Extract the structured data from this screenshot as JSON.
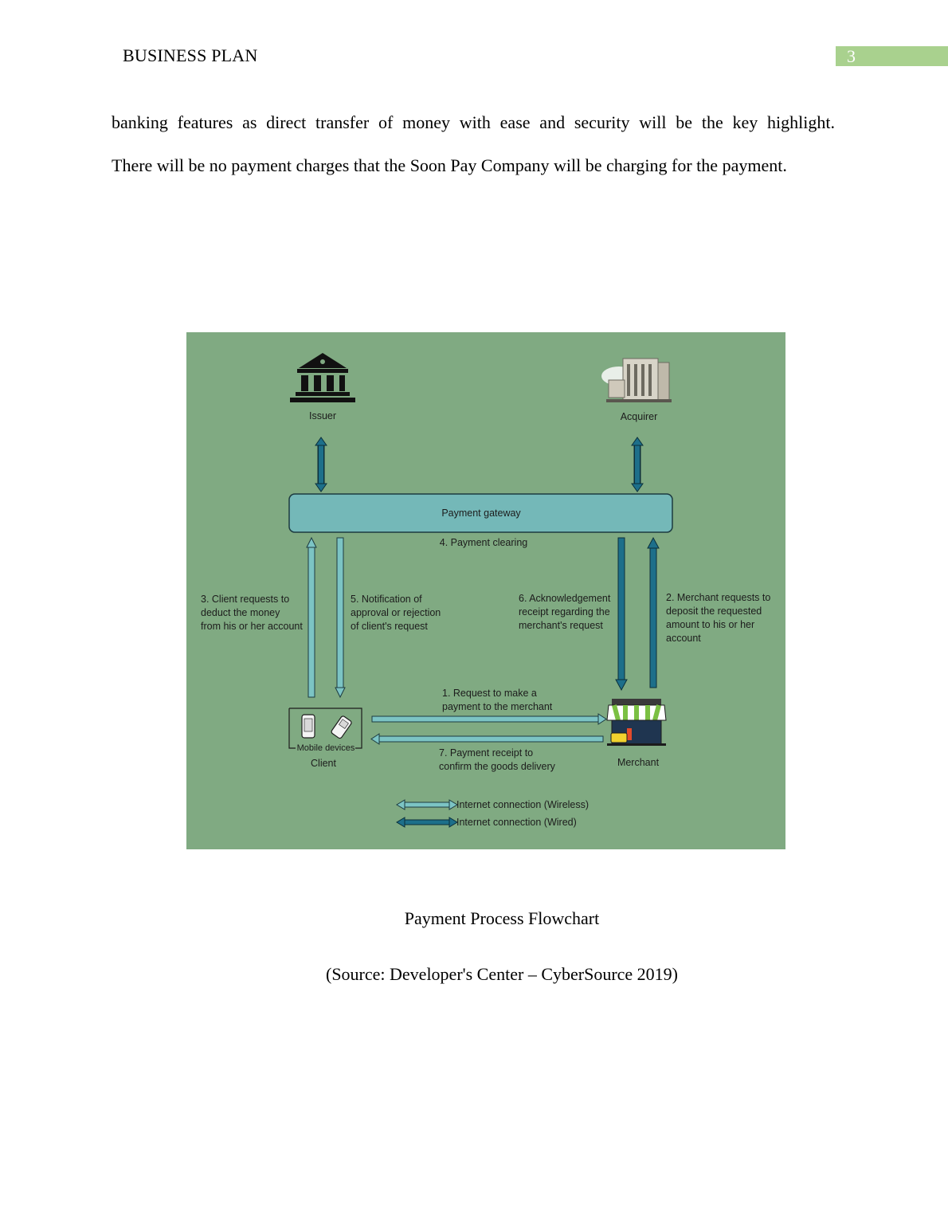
{
  "header": {
    "title": "BUSINESS PLAN",
    "page_number": "3"
  },
  "body": {
    "line1": "banking features as direct transfer of money with ease and security will be the key highlight.",
    "line2": "There will be no payment charges that the Soon Pay Company will be charging for the payment."
  },
  "diagram": {
    "issuer": "Issuer",
    "acquirer": "Acquirer",
    "gateway": "Payment gateway",
    "clearing": "4. Payment clearing",
    "step3": [
      "3. Client requests to",
      "deduct the money",
      "from his or her account"
    ],
    "step5": [
      "5. Notification of",
      "approval or rejection",
      "of client's request"
    ],
    "step6": [
      "6. Acknowledgement",
      "receipt regarding the",
      "merchant's request"
    ],
    "step2": [
      "2. Merchant requests to",
      "deposit the requested",
      "amount to his or her",
      "account"
    ],
    "step1": [
      "1. Request to make a",
      "payment to the merchant"
    ],
    "step7": [
      "7. Payment receipt to",
      "confirm the goods delivery"
    ],
    "mobile_devices": "Mobile devices",
    "client": "Client",
    "merchant": "Merchant",
    "legend_wireless": "Internet connection (Wireless)",
    "legend_wired": "Internet connection (Wired)",
    "colors": {
      "background": "#80aa82",
      "gateway": "#74b8b8",
      "wired": "#1d6f8a",
      "wireless": "#7cc4c4"
    }
  },
  "captions": {
    "title": "Payment Process Flowchart",
    "source": "(Source: Developer's Center – CyberSource 2019)"
  }
}
